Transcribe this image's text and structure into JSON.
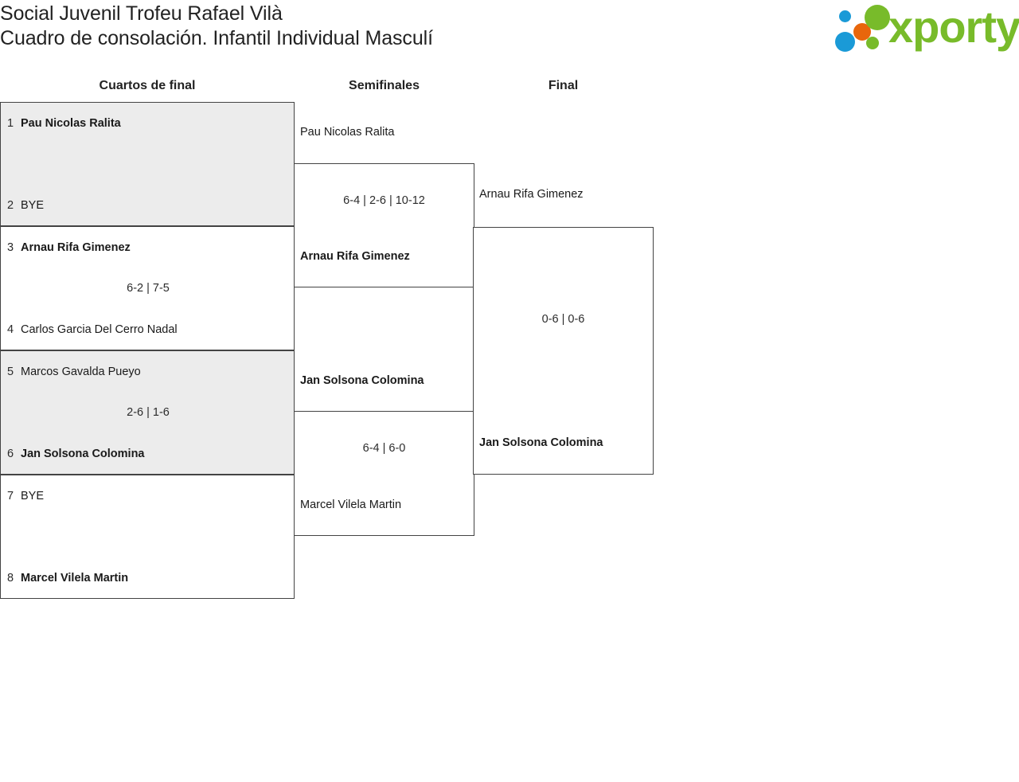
{
  "header": {
    "title_line_1": "Social Juvenil Trofeu Rafael Vilà",
    "title_line_2": "Cuadro de consolación. Infantil Individual Masculí",
    "logo_text": "xporty",
    "logo_colors": {
      "green": "#78bb2a",
      "blue": "#1a9ad7",
      "orange": "#e8660c"
    }
  },
  "columns": {
    "quarterfinals_label": "Cuartos de final",
    "semifinals_label": "Semifinales",
    "final_label": "Final"
  },
  "bracket": {
    "quarterfinals": [
      {
        "shaded": true,
        "top": {
          "seed": "1",
          "name": "Pau Nicolas Ralita",
          "winner": true
        },
        "bottom": {
          "seed": "2",
          "name": "BYE",
          "winner": false
        },
        "score": ""
      },
      {
        "shaded": false,
        "top": {
          "seed": "3",
          "name": "Arnau Rifa Gimenez",
          "winner": true
        },
        "bottom": {
          "seed": "4",
          "name": "Carlos Garcia Del Cerro Nadal",
          "winner": false
        },
        "score": "6-2 | 7-5"
      },
      {
        "shaded": true,
        "top": {
          "seed": "5",
          "name": "Marcos Gavalda Pueyo",
          "winner": false
        },
        "bottom": {
          "seed": "6",
          "name": "Jan Solsona Colomina",
          "winner": true
        },
        "score": "2-6 | 1-6"
      },
      {
        "shaded": false,
        "top": {
          "seed": "7",
          "name": "BYE",
          "winner": false
        },
        "bottom": {
          "seed": "8",
          "name": "Marcel Vilela Martin",
          "winner": true
        },
        "score": ""
      }
    ],
    "semifinals": [
      {
        "top": {
          "name": "Pau Nicolas Ralita",
          "winner": false
        },
        "bottom": {
          "name": "Arnau Rifa Gimenez",
          "winner": true
        },
        "score": "6-4 | 2-6 | 10-12"
      },
      {
        "top": {
          "name": "Jan Solsona Colomina",
          "winner": true
        },
        "bottom": {
          "name": "Marcel Vilela Martin",
          "winner": false
        },
        "score": "6-4 | 6-0"
      }
    ],
    "final": {
      "top": {
        "name": "Arnau Rifa Gimenez",
        "winner": false
      },
      "bottom": {
        "name": "Jan Solsona Colomina",
        "winner": true
      },
      "score": "0-6 | 0-6"
    }
  }
}
